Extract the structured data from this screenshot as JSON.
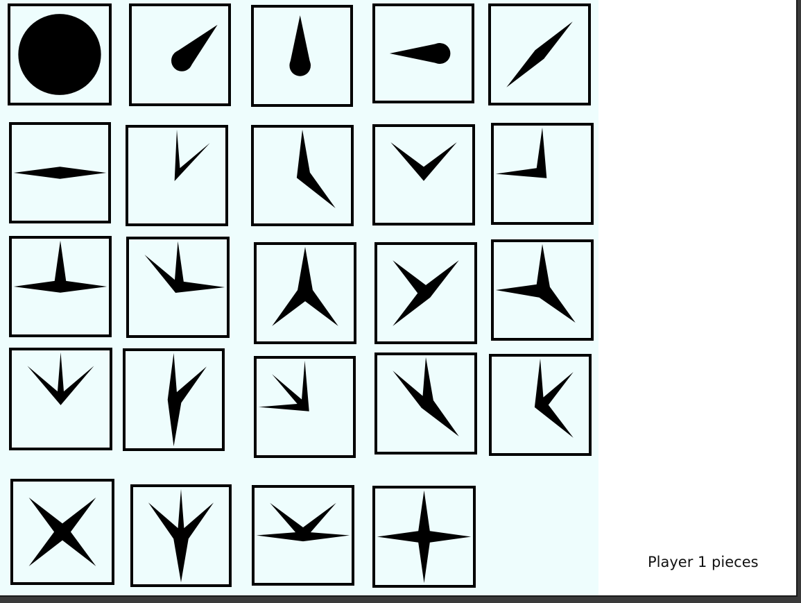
{
  "caption": "Player 1 pieces",
  "colors": {
    "board": "#eefdfd",
    "ink": "#000000",
    "frame": "#3a3a3a"
  },
  "pieces": [
    {
      "name": "piece-disc",
      "shape": "disc"
    },
    {
      "name": "piece-1-arm-ne",
      "shape": "tear-ne"
    },
    {
      "name": "piece-1-arm-n",
      "shape": "tear-n"
    },
    {
      "name": "piece-1-arm-w",
      "shape": "tear-w"
    },
    {
      "name": "piece-2-arms-ne-sw",
      "shape": "arms-ne-sw"
    },
    {
      "name": "piece-2-arms-e-w",
      "shape": "arms-e-w"
    },
    {
      "name": "piece-2-arms-n-ne",
      "shape": "arms-n-ne"
    },
    {
      "name": "piece-2-arms-n-se",
      "shape": "arms-n-se"
    },
    {
      "name": "piece-2-arms-nw-ne",
      "shape": "arms-nw-ne"
    },
    {
      "name": "piece-2-arms-n-w",
      "shape": "arms-n-w"
    },
    {
      "name": "piece-3-arms-w-n-e",
      "shape": "arms-w-n-e"
    },
    {
      "name": "piece-3-arms-nw-n-e",
      "shape": "arms-nw-n-e"
    },
    {
      "name": "piece-3-arms-n-sw-se",
      "shape": "arms-n-sw-se"
    },
    {
      "name": "piece-3-arms-nw-ne-sw",
      "shape": "arms-nw-ne-sw"
    },
    {
      "name": "piece-3-arms-w-n-se",
      "shape": "arms-w-n-se"
    },
    {
      "name": "piece-3-arms-nw-n-ne",
      "shape": "arms-nw-n-ne"
    },
    {
      "name": "piece-3-arms-n-ne-s",
      "shape": "arms-n-ne-s"
    },
    {
      "name": "piece-3-arms-nw-n-w",
      "shape": "arms-nw-n-w"
    },
    {
      "name": "piece-3-arms-nw-n-se",
      "shape": "arms-nw-n-se"
    },
    {
      "name": "piece-3-arms-n-ne-se",
      "shape": "arms-n-ne-se"
    },
    {
      "name": "piece-4-arms-x",
      "shape": "arms-x"
    },
    {
      "name": "piece-4-arms-nw-n-ne-s",
      "shape": "arms-nw-n-ne-s"
    },
    {
      "name": "piece-4-arms-nw-ne-w-e",
      "shape": "arms-nw-ne-w-e"
    },
    {
      "name": "piece-4-arms-plus",
      "shape": "arms-plus"
    }
  ]
}
